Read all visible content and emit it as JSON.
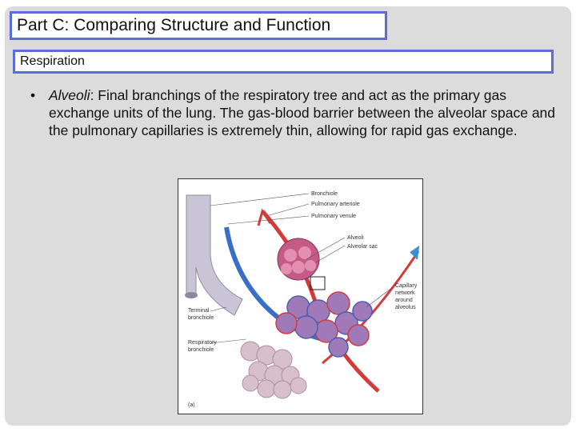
{
  "title": "Part C:  Comparing Structure and Function",
  "subtitle": "Respiration",
  "bullet": {
    "marker": "•",
    "term": "Alveoli",
    "text": ":  Final branchings of the respiratory tree and act as the primary gas exchange units of the lung. The gas-blood barrier between the alveolar space and the pulmonary capillaries is extremely thin, allowing for rapid gas exchange."
  },
  "figure": {
    "labels": {
      "bronchiole": "Bronchiole",
      "pulmonary_arteriole": "Pulmonary arteriole",
      "pulmonary_venule": "Pulmonary venule",
      "alveoli": "Alveoli",
      "alveolar_sac": "Alveolar sac",
      "capillary_1": "Capillary",
      "capillary_2": "network",
      "capillary_3": "around",
      "capillary_4": "alveolus",
      "terminal_1": "Terminal",
      "terminal_2": "bronchiole",
      "respiratory_1": "Respiratory",
      "respiratory_2": "bronchiole",
      "panel": "(a)"
    }
  }
}
